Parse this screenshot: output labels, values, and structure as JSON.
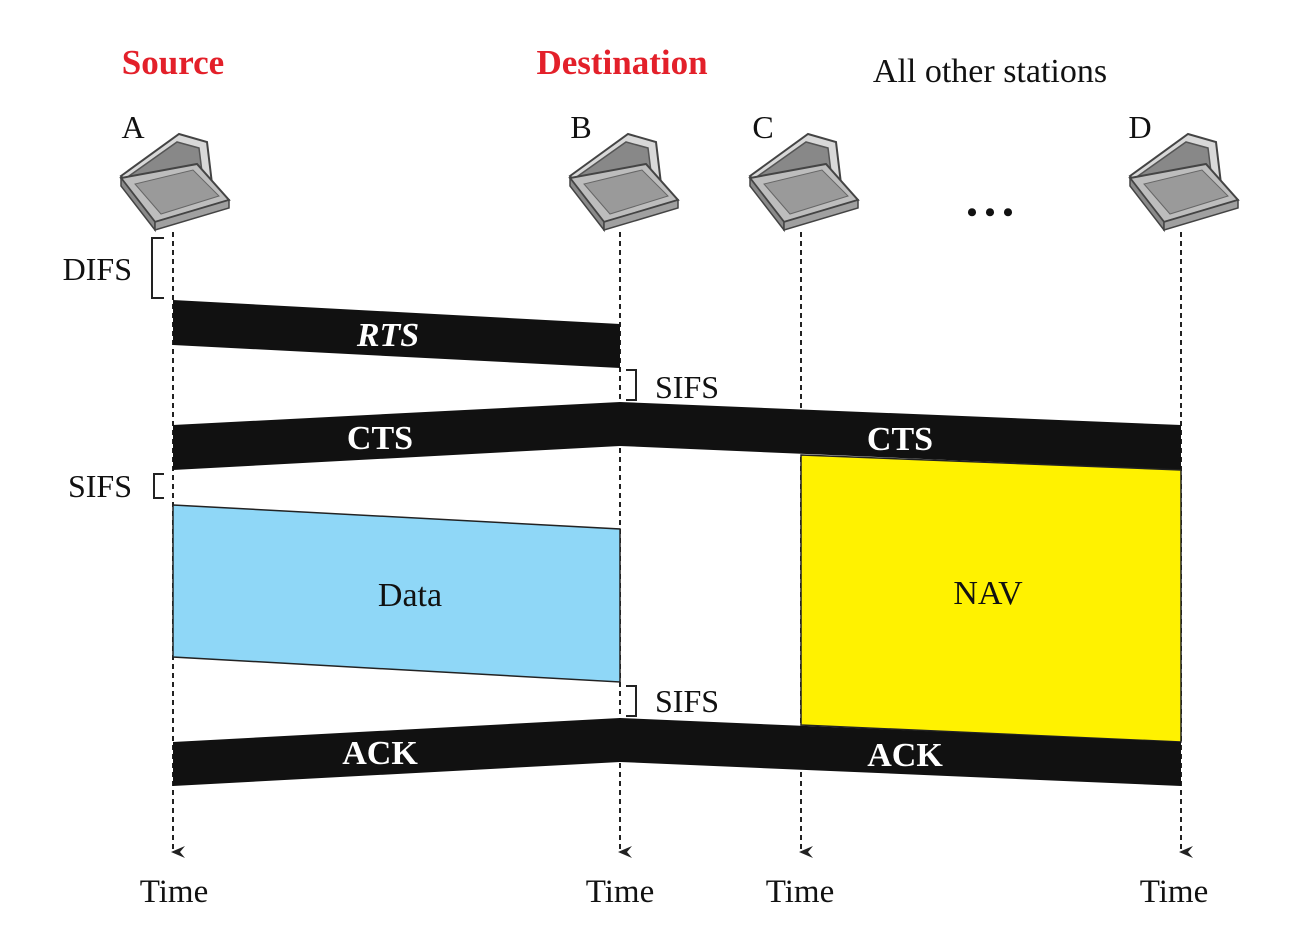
{
  "headers": {
    "source": "Source",
    "destination": "Destination",
    "others": "All other stations"
  },
  "stations": [
    {
      "id": "a",
      "label": "A",
      "time_label": "Time"
    },
    {
      "id": "b",
      "label": "B",
      "time_label": "Time"
    },
    {
      "id": "c",
      "label": "C",
      "time_label": "Time"
    },
    {
      "id": "d",
      "label": "D",
      "time_label": "Time"
    }
  ],
  "ellipsis": "• • •",
  "intervals": {
    "difs": "DIFS",
    "sifs_1": "SIFS",
    "sifs_2": "SIFS",
    "sifs_3": "SIFS"
  },
  "frames": {
    "rts": "RTS",
    "cts_left": "CTS",
    "cts_right": "CTS",
    "data": "Data",
    "nav": "NAV",
    "ack_left": "ACK",
    "ack_right": "ACK"
  },
  "colors": {
    "header_red": "#e3202a",
    "frame_black": "#111111",
    "data_blue": "#8fd7f7",
    "nav_yellow": "#fff200",
    "line": "#222222"
  },
  "icons": {
    "station": "laptop-icon",
    "time_arrow": "arrow-down-icon"
  }
}
